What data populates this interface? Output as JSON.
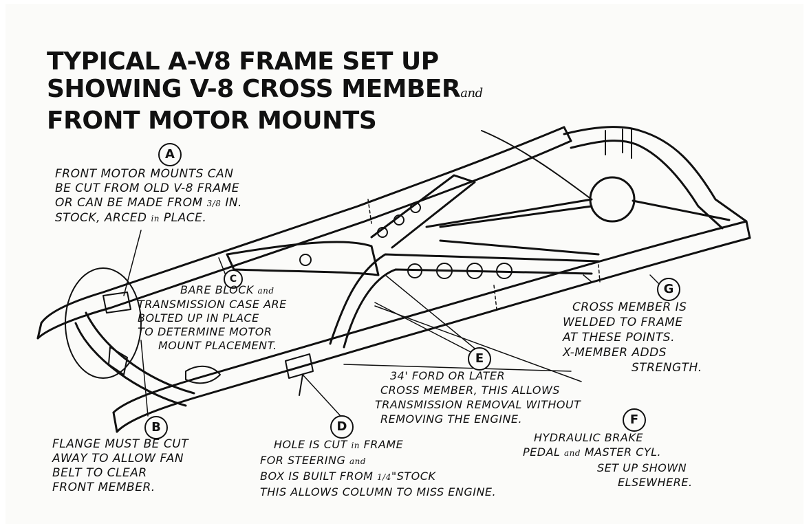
{
  "title": {
    "line1": "TYPICAL A-V8 FRAME SET UP",
    "line2": "SHOWING V-8 CROSS MEMBER",
    "line2_suffix": "and",
    "line3": "FRONT MOTOR MOUNTS"
  },
  "labels": {
    "A": "A",
    "B": "B",
    "C": "C",
    "D": "D",
    "E": "E",
    "F": "F",
    "G": "G"
  },
  "notes": {
    "A": {
      "l1": "FRONT MOTOR MOUNTS CAN",
      "l2": "BE CUT FROM OLD V-8 FRAME",
      "l3": "OR CAN BE MADE FROM ",
      "l3_frac": "3/8",
      "l3_end": " IN.",
      "l4": "STOCK, ARCED ",
      "l4_in": "in",
      "l4_end": " PLACE."
    },
    "C": {
      "l1": "BARE BLOCK ",
      "l1_and": "and",
      "l2": "TRANSMISSION CASE ARE",
      "l3": "BOLTED UP IN PLACE",
      "l4": "TO DETERMINE MOTOR",
      "l5": "MOUNT PLACEMENT."
    },
    "G": {
      "l1": "CROSS MEMBER IS",
      "l2": "WELDED TO FRAME",
      "l3": "AT THESE POINTS.",
      "l4": "X-MEMBER ADDS",
      "l5": "STRENGTH."
    },
    "E": {
      "l1": "34' FORD OR LATER",
      "l2": "CROSS MEMBER, THIS ALLOWS",
      "l3": "TRANSMISSION REMOVAL WITHOUT",
      "l4": "REMOVING THE ENGINE."
    },
    "B": {
      "l1": "FLANGE MUST BE CUT",
      "l2": "AWAY TO ALLOW FAN",
      "l3": "BELT TO CLEAR",
      "l4": "FRONT MEMBER."
    },
    "D": {
      "l1": "HOLE IS CUT ",
      "l1_in": "in",
      "l1_end": " FRAME",
      "l2": "FOR STEERING ",
      "l2_and": "and",
      "l3": "BOX IS BUILT FROM ",
      "l3_frac": "1/4",
      "l3_end": "\"STOCK",
      "l4": "THIS ALLOWS COLUMN TO MISS ENGINE."
    },
    "F": {
      "l1": "HYDRAULIC BRAKE",
      "l2": "PEDAL ",
      "l2_and": "and",
      "l2_end": " MASTER CYL.",
      "l3": "SET UP SHOWN",
      "l4": "ELSEWHERE."
    }
  }
}
